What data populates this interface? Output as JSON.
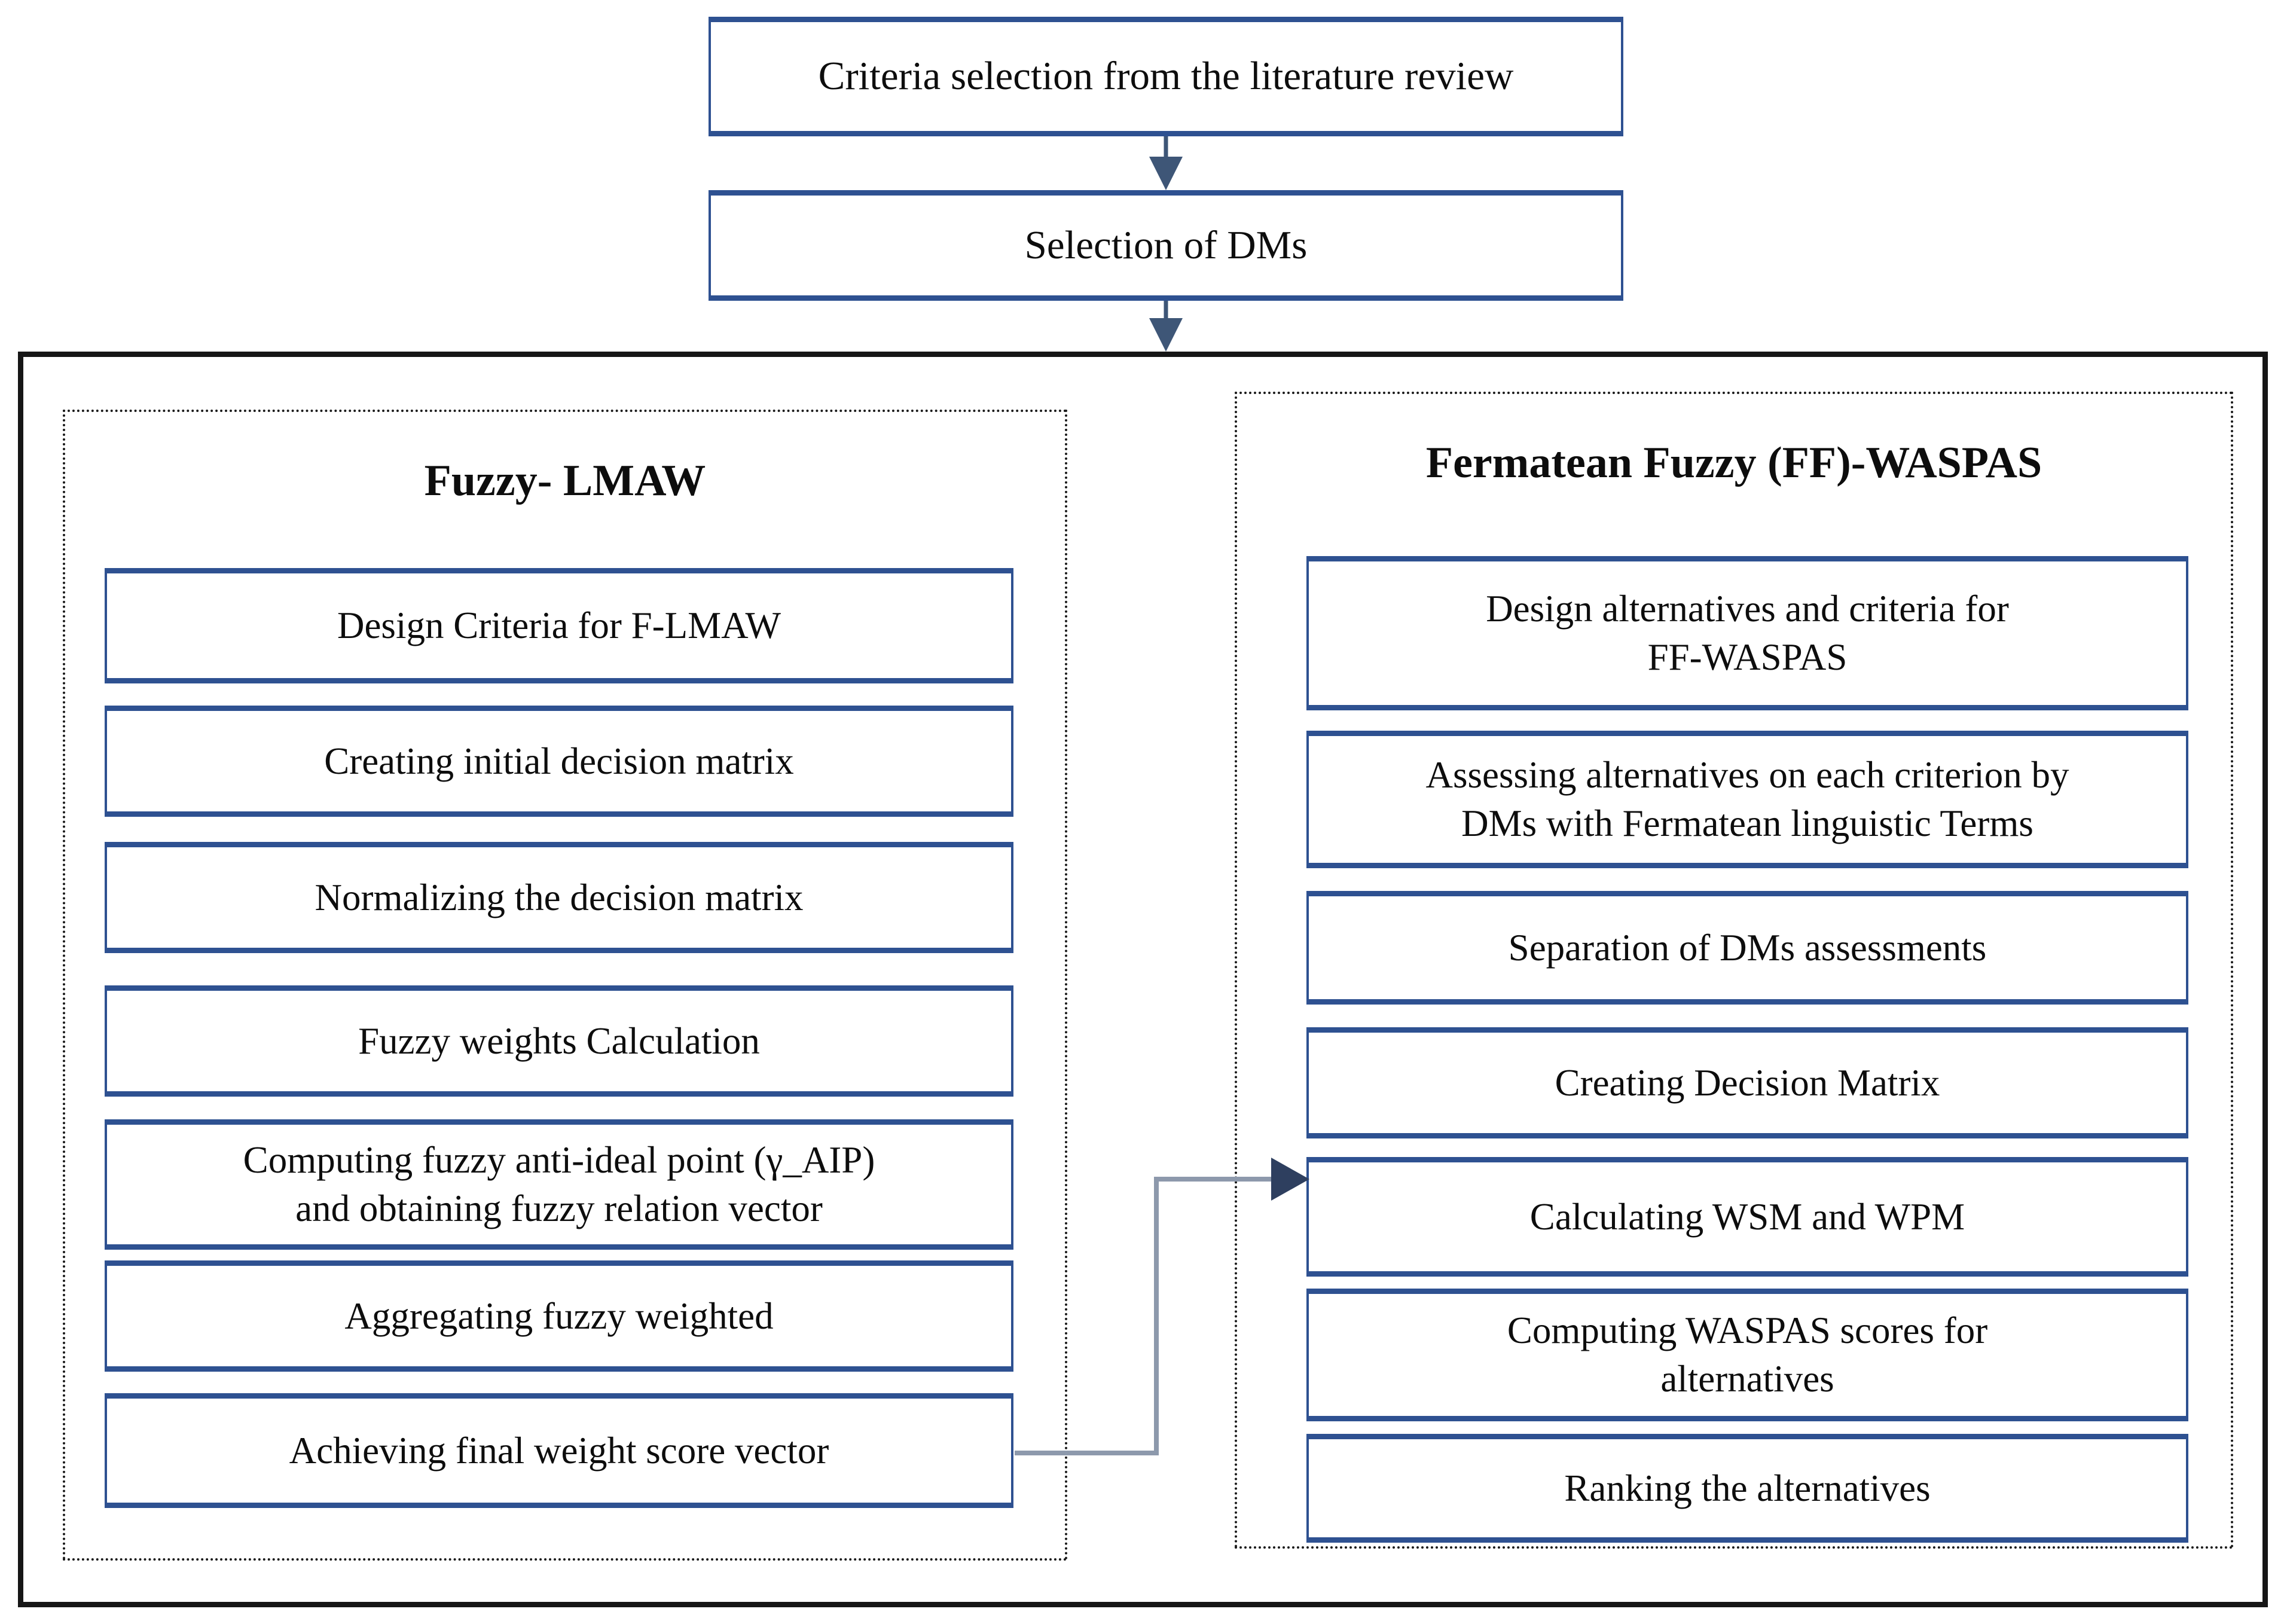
{
  "diagram": {
    "top_flow": {
      "box1": "Criteria selection from the literature review",
      "box2": "Selection of DMs"
    },
    "left_panel": {
      "title": "Fuzzy- LMAW",
      "boxes": [
        "Design Criteria for F-LMAW",
        "Creating initial decision matrix",
        "Normalizing the decision matrix",
        "Fuzzy weights Calculation",
        "Computing fuzzy anti-ideal point (γ_AIP)\nand obtaining fuzzy relation vector",
        "Aggregating fuzzy weighted",
        "Achieving  final weight score vector"
      ]
    },
    "right_panel": {
      "title": "Fermatean Fuzzy (FF)-WASPAS",
      "boxes": [
        "Design alternatives and criteria  for\nFF-WASPAS",
        "Assessing alternatives on each criterion by\nDMs with Fermatean linguistic Terms",
        "Separation of DMs assessments",
        "Creating Decision Matrix",
        "Calculating WSM and WPM",
        "Computing WASPAS scores for\nalternatives",
        "Ranking the alternatives"
      ]
    },
    "colors": {
      "box_border": "#2e5191",
      "outer_border": "#161616",
      "dotted_border": "#1a1a1a",
      "down_arrow": "#3e5677",
      "connector_line": "#8d99ac",
      "connector_arrowhead": "#2e3f5f",
      "background": "#ffffff",
      "text": "#0d0d0d"
    }
  }
}
